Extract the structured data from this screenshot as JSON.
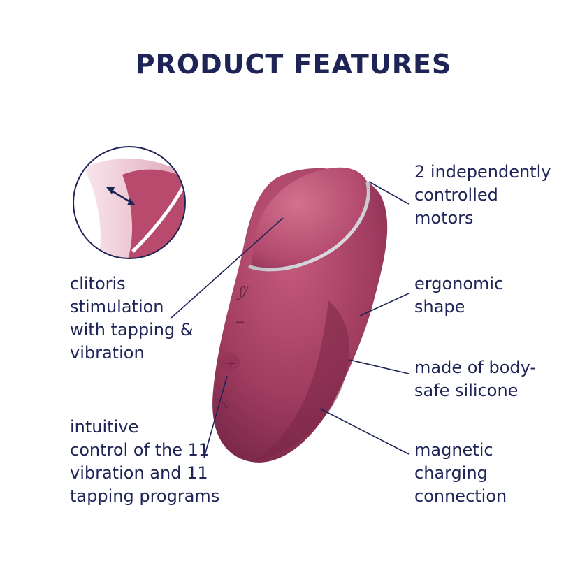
{
  "heading": "PRODUCT FEATURES",
  "features": {
    "clitoris": "clitoris\nstimulation\nwith tapping &\nvibration",
    "control": "intuitive\ncontrol of the 11\nvibration and 11\ntapping programs",
    "motors": "2 independently\ncontrolled\nmotors",
    "ergonomic": "ergonomic\nshape",
    "silicone": "made of body-\nsafe silicone",
    "magnetic": "magnetic\ncharging\nconnection"
  },
  "colors": {
    "text": "#1f2456",
    "device": "#9e3a5c",
    "device_dark": "#6e2240",
    "device_light": "#c65c7e",
    "rim": "#d9d9de"
  },
  "icons": {
    "brand_logo": "satisfyer-logo-icon",
    "minus": "minus-icon",
    "plus": "plus-icon",
    "wave": "wave-icon",
    "arrow": "double-arrow-icon"
  }
}
